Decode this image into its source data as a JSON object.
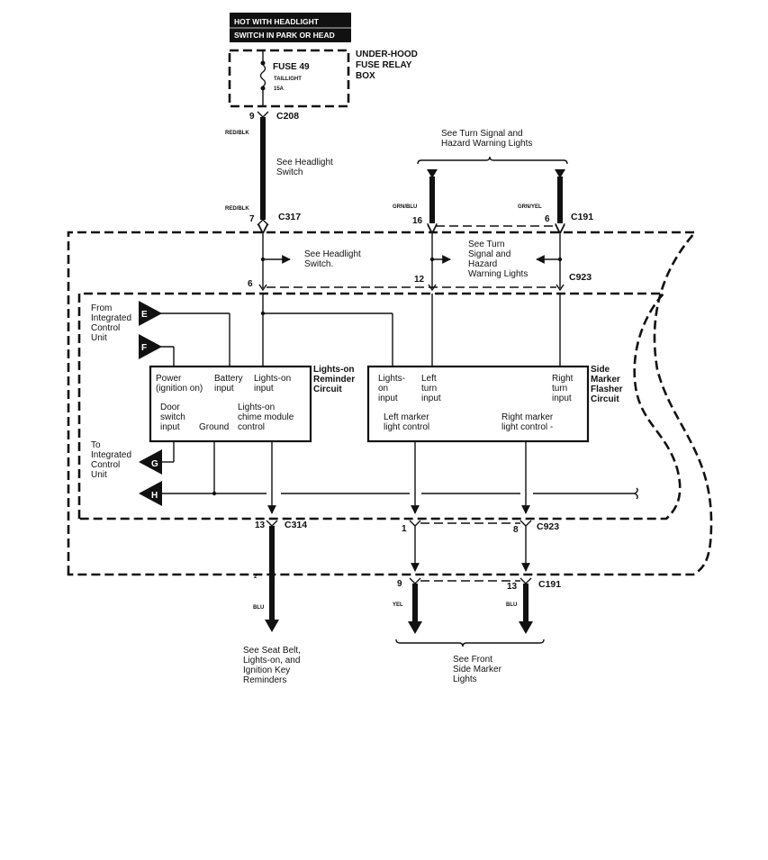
{
  "header": {
    "line1": "HOT WITH HEADLIGHT",
    "line2": "SWITCH IN PARK OR HEAD"
  },
  "fuse_box": {
    "label_lines": [
      "UNDER-HOOD",
      "FUSE RELAY",
      "BOX"
    ],
    "fuse_name": "FUSE 49",
    "fuse_desc": "TAILLIGHT",
    "fuse_rating": "15A"
  },
  "connectors": {
    "c208": {
      "name": "C208",
      "pin": "9"
    },
    "c317": {
      "name": "C317",
      "pin": "7"
    },
    "c191_top": {
      "name": "C191",
      "pin_left": "16",
      "pin_right": "6"
    },
    "c923_top": {
      "name": "C923",
      "pin_left": "6",
      "pin_mid": "12"
    },
    "c314": {
      "name": "C314",
      "pin": "13",
      "pin_lower": "2"
    },
    "c923_bottom": {
      "name": "C923",
      "pin_left": "1",
      "pin_right": "8"
    },
    "c191_bottom": {
      "name": "C191",
      "pin_left": "9",
      "pin_right": "13"
    }
  },
  "wire_colors": {
    "red_blk_upper": "RED/BLK",
    "red_blk_lower": "RED/BLK",
    "grn_blu": "GRN/BLU",
    "grn_yel": "GRN/YEL",
    "blu_c314": "BLU",
    "yel_c191": "YEL",
    "blu_c191": "BLU"
  },
  "references": {
    "headlight_switch_top": [
      "See Headlight",
      "Switch"
    ],
    "turn_signal_top": [
      "See Turn Signal and",
      "Hazard Warning Lights"
    ],
    "headlight_switch_mid": [
      "See Headlight",
      "Switch."
    ],
    "turn_signal_mid": [
      "See Turn",
      "Signal and",
      "Hazard",
      "Warning Lights"
    ],
    "seat_belt": [
      "See Seat Belt,",
      "Lights-on, and",
      "Ignition Key",
      "Reminders"
    ],
    "front_side_marker": [
      "See Front",
      "Side Marker",
      "Lights"
    ]
  },
  "icu": {
    "from_label": [
      "From",
      "Integrated",
      "Control",
      "Unit"
    ],
    "to_label": [
      "To",
      "Integrated",
      "Control",
      "Unit"
    ],
    "terminals": [
      "E",
      "F",
      "G",
      "H"
    ]
  },
  "lights_on_reminder": {
    "title": [
      "Lights-on",
      "Reminder",
      "Circuit"
    ],
    "power": [
      "Power",
      "(ignition on)"
    ],
    "battery": [
      "Battery",
      "input"
    ],
    "lights_on_input": [
      "Lights-on",
      "input"
    ],
    "door_switch": [
      "Door",
      "switch",
      "input"
    ],
    "ground": "Ground",
    "chime": [
      "Lights-on",
      "chime module",
      "control"
    ]
  },
  "side_marker_flasher": {
    "title": [
      "Side",
      "Marker",
      "Flasher",
      "Circuit"
    ],
    "lights_on_input": [
      "Lights-",
      "on",
      "input"
    ],
    "left_turn": [
      "Left",
      "turn",
      "input"
    ],
    "right_turn": [
      "Right",
      "turn",
      "input"
    ],
    "left_marker": [
      "Left marker",
      "light control"
    ],
    "right_marker": [
      "Right marker",
      "light control -"
    ]
  }
}
